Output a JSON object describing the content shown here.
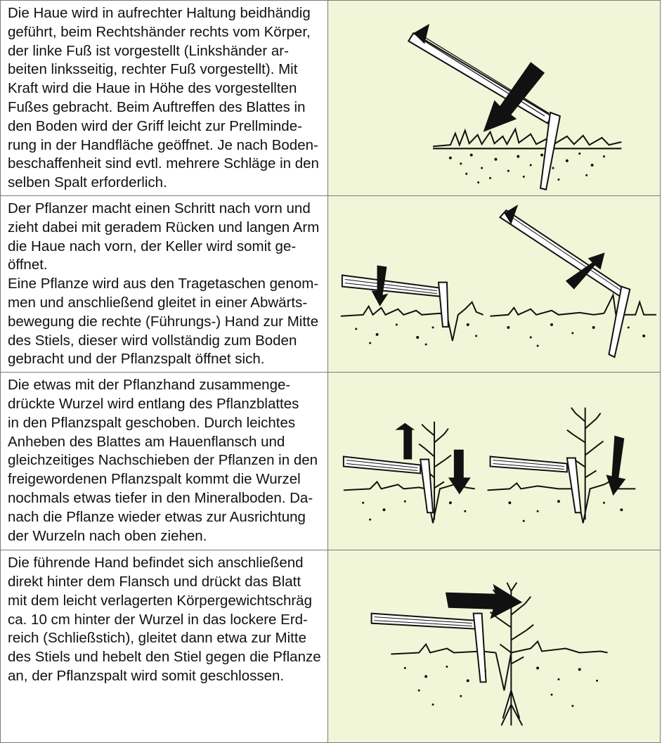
{
  "rows": [
    {
      "text": "Die Haue wird in aufrechter Haltung beidhändig\ngeführt, beim Rechtshänder rechts vom Körper,\nder linke Fuß ist vorgestellt (Linkshänder ar-\nbeiten linksseitig, rechter Fuß vorgestellt).  Mit\nKraft wird die Haue in Höhe des vorgestellten\nFußes gebracht.  Beim Auftreffen des Blattes in\nden Boden wird der Griff leicht zur Prellminde-\nrung in der Handfläche geöffnet. Je nach Boden-\nbeschaffenheit sind evtl. mehrere Schläge in den\nselben Spalt erforderlich.",
      "illustration": "hoe-strike-illustration"
    },
    {
      "text": "Der Pflanzer macht einen Schritt nach vorn und\nzieht dabei mit geradem Rücken und langen Arm\ndie Haue nach vorn, der Keller wird somit ge-\nöffnet.\nEine Pflanze wird aus den Tragetaschen genom-\nmen und anschließend gleitet in einer Abwärts-\nbewegung die rechte (Führungs-) Hand zur Mitte\ndes Stiels, dieser wird vollständig zum Boden\ngebracht und der Pflanzspalt öffnet sich.",
      "illustration": "slit-opening-illustration"
    },
    {
      "text": "Die etwas mit der Pflanzhand zusammenge-\ndrückte Wurzel wird entlang des Pflanzblattes\nin den Pflanzspalt geschoben. Durch leichtes\nAnheben des Blattes am Hauenflansch und\ngleichzeitiges Nachschieben der Pflanzen in den\nfreigewordenen Pflanzspalt kommt die Wurzel\nnochmals etwas tiefer in den Mineralboden. Da-\nnach die Pflanze wieder etwas zur Ausrichtung\nder Wurzeln nach oben ziehen.",
      "illustration": "seedling-insertion-illustration"
    },
    {
      "text": "Die führende Hand befindet sich anschließend\ndirekt hinter dem Flansch und drückt das Blatt\nmit dem leicht verlagerten Körpergewichtschräg\nca. 10 cm hinter der Wurzel in das lockere Erd-\nreich (Schließstich), gleitet dann etwa zur Mitte\ndes Stiels und hebelt den Stiel gegen die Pflanze\nan, der Pflanzspalt wird somit geschlossen.",
      "illustration": "slit-closing-illustration"
    }
  ],
  "colors": {
    "illustration_background": "#f2f6d8",
    "border": "#7a7a7a",
    "ink": "#111111"
  }
}
